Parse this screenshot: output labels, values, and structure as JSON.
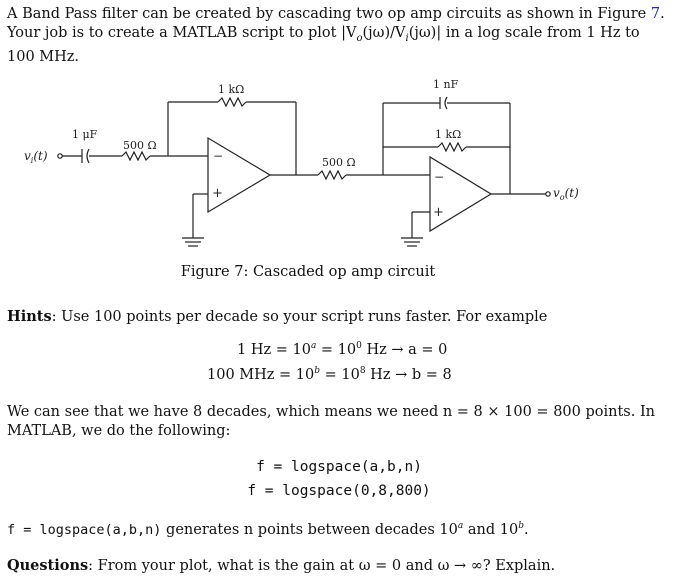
{
  "intro": {
    "part1": "A Band Pass filter can be created by cascading two op amp circuits as shown in Figure ",
    "fig_ref": "7",
    "part2": ". Your job is to create a MATLAB script to plot |V",
    "part3": "(jω)/V",
    "part4": "(jω)| in a log scale from 1 Hz to 100 MHz."
  },
  "circuit": {
    "label_c1": "1 μF",
    "label_r1": "500 Ω",
    "label_rf1": "1 kΩ",
    "label_r2": "500 Ω",
    "label_c2": "1 nF",
    "label_rf2": "1 kΩ",
    "input_label": "v",
    "input_sub": "i",
    "input_tail": "(t)",
    "output_label": "v",
    "output_sub": "o",
    "output_tail": "(t)",
    "minus_sign": "−",
    "plus_sign": "+"
  },
  "caption": "Figure 7: Cascaded op amp circuit",
  "hints": {
    "label": "Hints",
    "text": ": Use 100 points per decade so your script runs faster. For example",
    "eq1_a": "1 Hz = 10",
    "eq1_exp": "a",
    "eq1_b": " = 10",
    "eq1_exp2": "0",
    "eq1_c": " Hz → a = 0",
    "eq2_a": "100 MHz = 10",
    "eq2_exp": "b",
    "eq2_b": " = 10",
    "eq2_exp2": "8",
    "eq2_c": " Hz → b = 8"
  },
  "decades_text": "We can see that we have 8 decades, which means we need n = 8 × 100 = 800 points. In MATLAB, we do the following:",
  "code": {
    "line1": "f = logspace(a,b,n)",
    "line2": "f = logspace(0,8,800)"
  },
  "logspace_note": {
    "code": "f = logspace(a,b,n)",
    "text1": " generates n points between decades 10",
    "exp_a": "a",
    "text2": " and 10",
    "exp_b": "b",
    "text3": "."
  },
  "questions": {
    "label": "Questions",
    "text": ": From your plot, what is the gain at ω = 0 and ω → ∞? Explain."
  }
}
